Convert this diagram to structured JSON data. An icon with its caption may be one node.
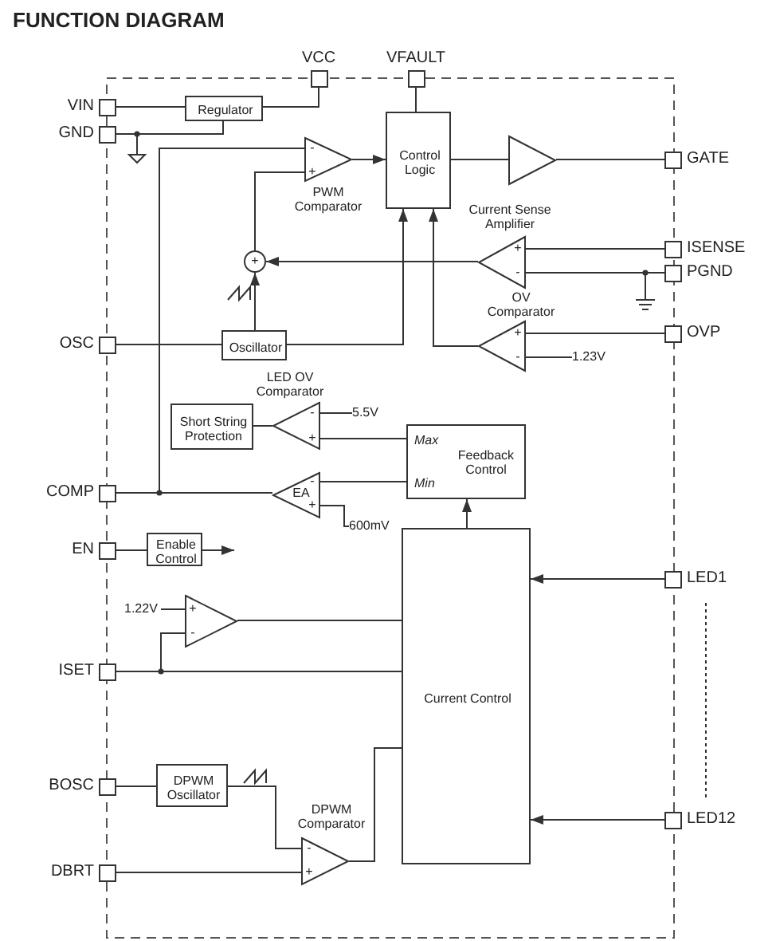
{
  "diagram": {
    "title": "FUNCTION DIAGRAM",
    "nodes": [
      {
        "text": [
          "VIN"
        ]
      },
      {
        "text": [
          "GND"
        ]
      },
      {
        "text": [
          "VCC"
        ]
      },
      {
        "text": [
          "VFAULT"
        ]
      },
      {
        "text": [
          "Regulator"
        ]
      },
      {
        "text": [
          "Control Logic"
        ]
      },
      {
        "text": [],
        "shape": "triangle"
      },
      {
        "text": [
          "GATE"
        ]
      },
      {
        "text": [
          "-",
          "+"
        ],
        "beside": [
          "PWM Comparator"
        ]
      },
      {
        "text": [
          "+"
        ]
      },
      {
        "text": [
          "+",
          "-"
        ],
        "beside": [
          "Current Sense Amplifier"
        ]
      },
      {
        "text": [
          "ISENSE"
        ]
      },
      {
        "text": [
          "PGND"
        ]
      },
      {
        "text": [
          "Oscillator"
        ]
      },
      {
        "text": [
          "OSC"
        ]
      },
      {
        "text": [
          "+",
          "-"
        ]
      },
      {
        "text": [
          "OVP"
        ]
      },
      {
        "text": [
          "Short String Protection"
        ]
      },
      {
        "text": [
          "-",
          "+"
        ],
        "beside": [
          "LED OV Comparator"
        ]
      },
      {
        "text": [
          "Max",
          "Feedback Control",
          "Min"
        ]
      },
      {
        "text": [
          "COMP"
        ]
      },
      {
        "text": [
          "EA",
          "-",
          "+"
        ]
      },
      {
        "text": [
          "EN"
        ]
      },
      {
        "text": [
          "Enable Control"
        ]
      },
      {
        "text": [
          "+",
          "-"
        ]
      },
      {
        "text": [
          "ISET"
        ]
      },
      {
        "text": [
          "Current Control"
        ]
      },
      {
        "text": [
          "LED1"
        ]
      },
      {
        "text": [
          "BOSC"
        ]
      },
      {
        "text": [
          "DPWM Oscillator"
        ]
      },
      {
        "text": [
          "-",
          "+"
        ],
        "beside": [
          "DPWM Comparator"
        ]
      },
      {
        "text": [
          "DBRT"
        ]
      },
      {
        "text": [
          "LED12"
        ]
      },
      {
        "text": [
          "1.23V"
        ]
      },
      {
        "text": [
          "5.5V"
        ]
      },
      {
        "text": [
          "600mV"
        ]
      },
      {
        "text": [
          "1.22V"
        ]
      }
    ],
    "edges": [
      {
        "from": 0,
        "to": 4,
        "arrow": "none"
      },
      {
        "from": 4,
        "to": 2,
        "arrow": "none"
      },
      {
        "from": 1,
        "to": 4,
        "arrow": "none"
      },
      {
        "from": 3,
        "to": 5,
        "arrow": "none"
      },
      {
        "from": 8,
        "to": 5,
        "arrow": "to"
      },
      {
        "from": 5,
        "to": 6,
        "arrow": "none"
      },
      {
        "from": 6,
        "to": 7,
        "arrow": "none"
      },
      {
        "from": 20,
        "to": 8,
        "arrow": "none"
      },
      {
        "from": 21,
        "to": 20,
        "arrow": "none"
      },
      {
        "from": 9,
        "to": 8,
        "arrow": "none"
      },
      {
        "from": 13,
        "to": 9,
        "arrow": "to"
      },
      {
        "from": 10,
        "to": 9,
        "arrow": "to"
      },
      {
        "from": 11,
        "to": 10,
        "arrow": "none"
      },
      {
        "from": 12,
        "to": 10,
        "arrow": "none"
      },
      {
        "from": 13,
        "to": 5,
        "arrow": "to"
      },
      {
        "from": 15,
        "to": 5,
        "arrow": "to"
      },
      {
        "from": 14,
        "to": 13,
        "arrow": "none"
      },
      {
        "from": 16,
        "to": 15,
        "arrow": "none"
      },
      {
        "from": 18,
        "to": 17,
        "arrow": "none"
      },
      {
        "from": 19,
        "to": 18,
        "arrow": "none"
      },
      {
        "from": 19,
        "to": 21,
        "arrow": "none"
      },
      {
        "from": 26,
        "to": 19,
        "arrow": "to"
      },
      {
        "from": 22,
        "to": 23,
        "arrow": "none"
      },
      {
        "from": 23,
        "to": null,
        "arrow": "to"
      },
      {
        "from": 25,
        "to": 24,
        "arrow": "none"
      },
      {
        "from": 25,
        "to": 26,
        "arrow": "none"
      },
      {
        "from": 24,
        "to": 26,
        "arrow": "none"
      },
      {
        "from": 27,
        "to": 26,
        "arrow": "to"
      },
      {
        "from": 28,
        "to": 29,
        "arrow": "none"
      },
      {
        "from": 29,
        "to": 30,
        "arrow": "none"
      },
      {
        "from": 31,
        "to": 30,
        "arrow": "none"
      },
      {
        "from": 30,
        "to": 26,
        "arrow": "none"
      },
      {
        "from": 32,
        "to": 26,
        "arrow": "to"
      },
      {
        "from": 33,
        "to": 15,
        "arrow": "none"
      },
      {
        "from": 34,
        "to": 18,
        "arrow": "none"
      },
      {
        "from": 35,
        "to": 21,
        "arrow": "none"
      },
      {
        "from": 36,
        "to": 24,
        "arrow": "none"
      }
    ],
    "labels": [
      "OV Comparator"
    ]
  }
}
